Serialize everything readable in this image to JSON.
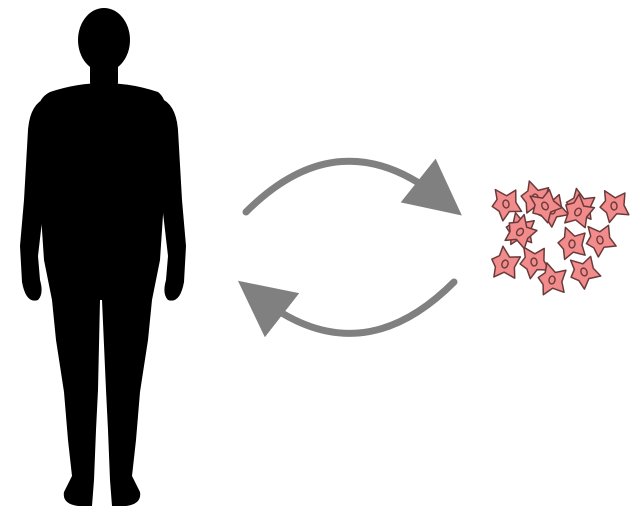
{
  "figure": {
    "elements": [
      {
        "kind": "human-body-silhouette",
        "icon": "human-body-icon",
        "color": "#000000"
      },
      {
        "kind": "arrow",
        "direction": "body-to-cells",
        "icon": "curved-arrow-right-icon",
        "color": "#808080"
      },
      {
        "kind": "arrow",
        "direction": "cells-to-body",
        "icon": "curved-arrow-left-icon",
        "color": "#808080"
      },
      {
        "kind": "cell-cluster",
        "icon": "cell-icon",
        "count": 15,
        "fill": "#f28b8b",
        "stroke": "#6a3a3a"
      }
    ]
  }
}
